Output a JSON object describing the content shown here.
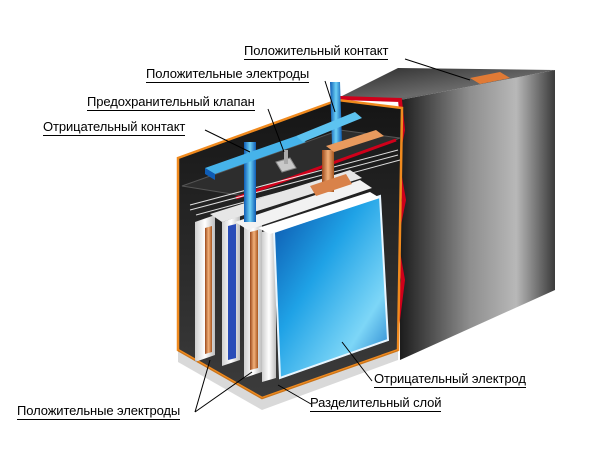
{
  "labels": {
    "positive_contact": "Положительный контакт",
    "positive_electrodes_top": "Положительные электроды",
    "safety_valve": "Предохранительный клапан",
    "negative_contact": "Отрицательный контакт",
    "negative_electrode": "Отрицательный электрод",
    "separator_layer": "Разделительный слой",
    "positive_electrodes_bottom": "Положительные электроды"
  },
  "colors": {
    "casing_dark": "#1a1a1a",
    "casing_light": "#9a9a9a",
    "cut_edge": "#d0001a",
    "outline": "#f08a1e",
    "negative_blue": "#1e9bdc",
    "positive_copper": "#d9824a",
    "separator_white": "#f4f4f4"
  },
  "icons": {
    "battery": "battery-cutaway-diagram"
  }
}
